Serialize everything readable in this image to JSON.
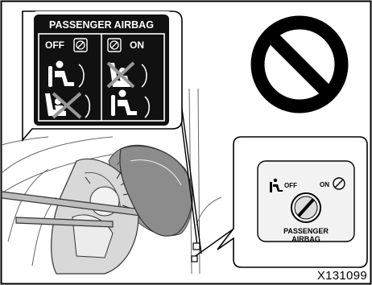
{
  "label_panel": {
    "title": "PASSENGER AIRBAG",
    "off_text": "OFF",
    "on_text": "ON"
  },
  "indicator_closeup": {
    "off_text": "OFF",
    "on_text": "ON",
    "caption_line1": "PASSENGER",
    "caption_line2": "AIRBAG"
  },
  "figure_code": "X131099",
  "icons": [
    "prohibition-icon",
    "airbag-off-icon",
    "airbag-on-icon",
    "child-seat-icon",
    "adult-seat-icon",
    "key-switch-icon"
  ]
}
